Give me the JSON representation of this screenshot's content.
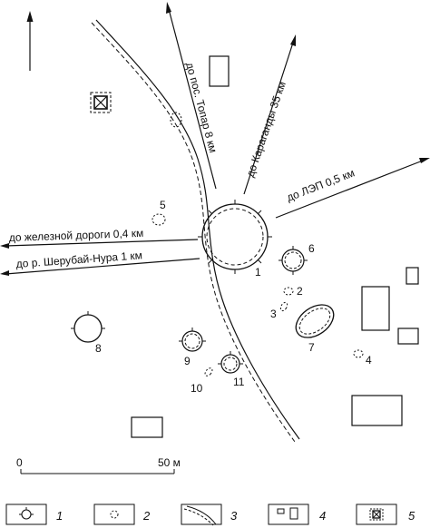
{
  "directions": {
    "topar": "до пос. Топар 8 км",
    "karaganda": "до Караганды 35 км",
    "power_line": "до ЛЭП 0,5 км",
    "railway": "до железной дороги 0,4 км",
    "river": "до р. Шерубай-Нура 1 км"
  },
  "features": {
    "f1": "1",
    "f2": "2",
    "f3": "3",
    "f4": "4",
    "f5": "5",
    "f6": "6",
    "f7": "7",
    "f8": "8",
    "f9": "9",
    "f10": "10",
    "f11": "11"
  },
  "scale": {
    "start": "0",
    "end": "50 м"
  },
  "legend": [
    "1",
    "2",
    "3",
    "4",
    "5"
  ]
}
